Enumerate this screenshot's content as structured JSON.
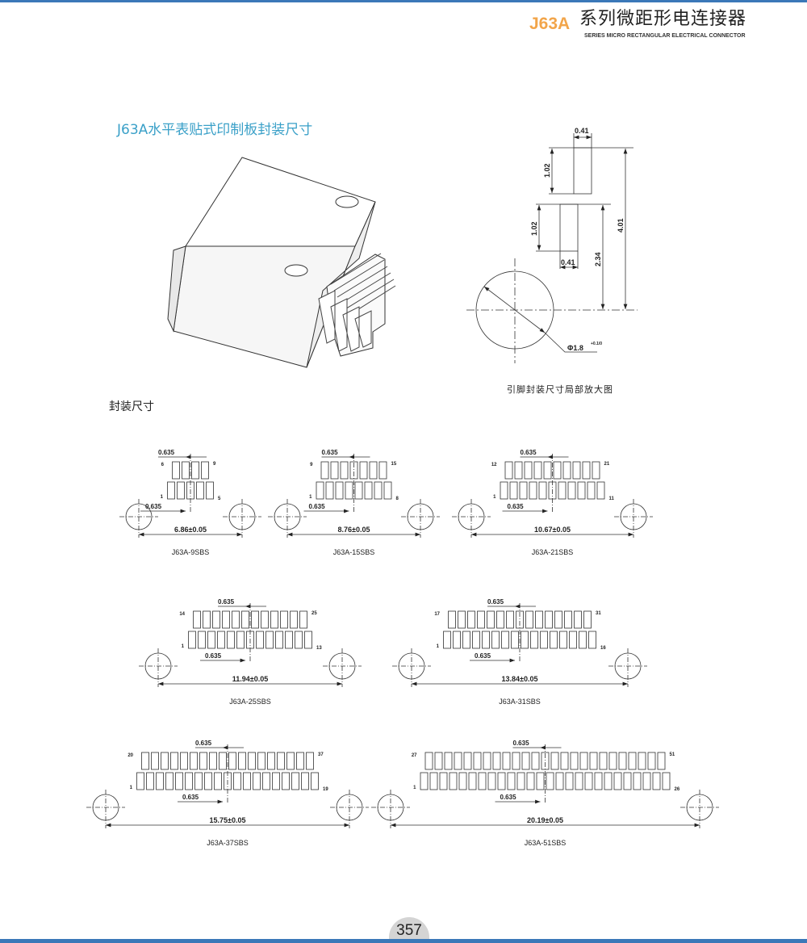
{
  "header": {
    "brand": "J63A",
    "series_cn": "系列微距形电连接器",
    "series_en": "SERIES MICRO RECTANGULAR ELECTRICAL CONNECTOR"
  },
  "section_title": "J63A水平表贴式印制板封装尺寸",
  "detail": {
    "pad_width_top": "0.41",
    "pad_height_top": "1.02",
    "pad_height_bottom": "1.02",
    "pad_width_bottom": "0.41",
    "offset": "2.34",
    "total": "4.01",
    "hole_dia": "Φ1.8",
    "hole_tol": "+0.1/0",
    "caption": "引脚封装尺寸局部放大图"
  },
  "footprint_heading": "封装尺寸",
  "footprints": [
    {
      "name": "J63A-9SBS",
      "pins": 9,
      "pitch": "0.635",
      "span": "6.86±0.05",
      "tl": "6",
      "tr": "9",
      "bl": "1",
      "br": "5"
    },
    {
      "name": "J63A-15SBS",
      "pins": 15,
      "pitch": "0.635",
      "span": "8.76±0.05",
      "tl": "9",
      "tr": "15",
      "bl": "1",
      "br": "8"
    },
    {
      "name": "J63A-21SBS",
      "pins": 21,
      "pitch": "0.635",
      "span": "10.67±0.05",
      "tl": "12",
      "tr": "21",
      "bl": "1",
      "br": "11"
    },
    {
      "name": "J63A-25SBS",
      "pins": 25,
      "pitch": "0.635",
      "span": "11.94±0.05",
      "tl": "14",
      "tr": "25",
      "bl": "1",
      "br": "13"
    },
    {
      "name": "J63A-31SBS",
      "pins": 31,
      "pitch": "0.635",
      "span": "13.84±0.05",
      "tl": "17",
      "tr": "31",
      "bl": "1",
      "br": "16"
    },
    {
      "name": "J63A-37SBS",
      "pins": 37,
      "pitch": "0.635",
      "span": "15.75±0.05",
      "tl": "20",
      "tr": "37",
      "bl": "1",
      "br": "19"
    },
    {
      "name": "J63A-51SBS",
      "pins": 51,
      "pitch": "0.635",
      "span": "20.19±0.05",
      "tl": "27",
      "tr": "51",
      "bl": "1",
      "br": "26"
    }
  ],
  "page_number": "357"
}
